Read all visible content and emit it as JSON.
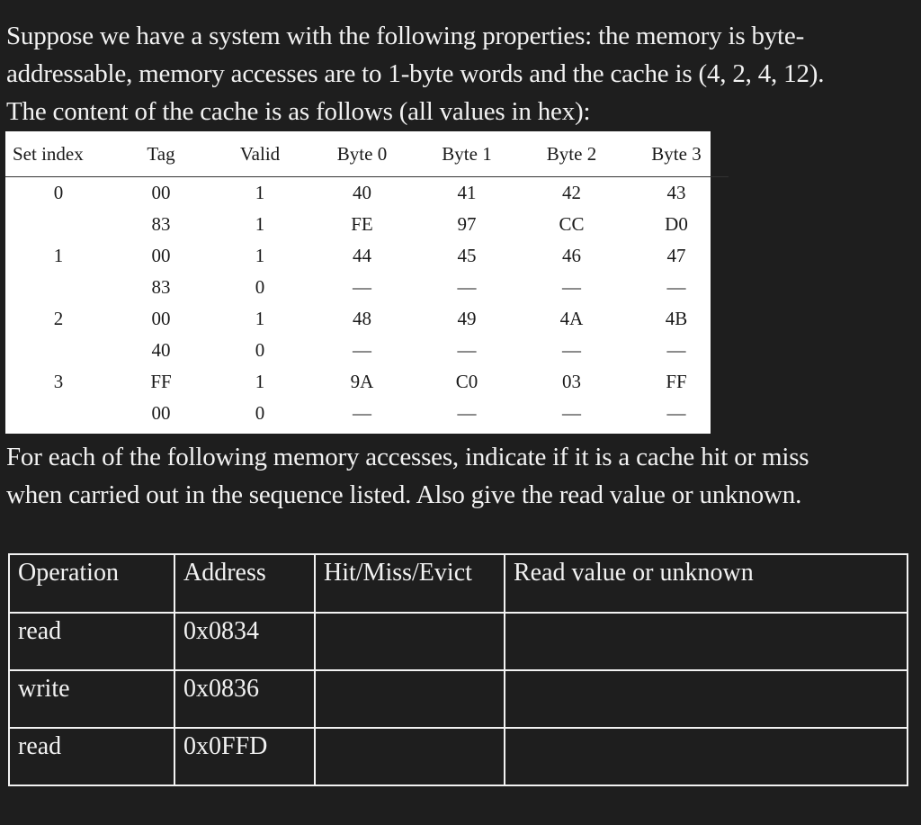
{
  "intro": {
    "lines": [
      "Suppose we have a system with the following properties: the memory is byte-",
      "addressable, memory accesses are to 1-byte words and the cache is (4, 2, 4, 12).",
      "The content of the cache is as follows (all values in hex):"
    ]
  },
  "cache_table": {
    "headers": [
      "Set index",
      "Tag",
      "Valid",
      "Byte 0",
      "Byte 1",
      "Byte 2",
      "Byte 3"
    ],
    "rows": [
      [
        "0",
        "00",
        "1",
        "40",
        "41",
        "42",
        "43"
      ],
      [
        "",
        "83",
        "1",
        "FE",
        "97",
        "CC",
        "D0"
      ],
      [
        "1",
        "00",
        "1",
        "44",
        "45",
        "46",
        "47"
      ],
      [
        "",
        "83",
        "0",
        "—",
        "—",
        "—",
        "—"
      ],
      [
        "2",
        "00",
        "1",
        "48",
        "49",
        "4A",
        "4B"
      ],
      [
        "",
        "40",
        "0",
        "—",
        "—",
        "—",
        "—"
      ],
      [
        "3",
        "FF",
        "1",
        "9A",
        "C0",
        "03",
        "FF"
      ],
      [
        "",
        "00",
        "0",
        "—",
        "—",
        "—",
        "—"
      ]
    ]
  },
  "instructions": {
    "lines": [
      "For each of the following memory accesses, indicate if it is a cache hit or miss",
      "when carried out in the sequence listed. Also give the read value or unknown."
    ]
  },
  "ops_table": {
    "headers": [
      "Operation",
      "Address",
      "Hit/Miss/Evict",
      "Read value or unknown"
    ],
    "rows": [
      [
        "read",
        "0x0834",
        "",
        ""
      ],
      [
        "write",
        "0x0836",
        "",
        ""
      ],
      [
        "read",
        "0x0FFD",
        "",
        ""
      ]
    ]
  }
}
